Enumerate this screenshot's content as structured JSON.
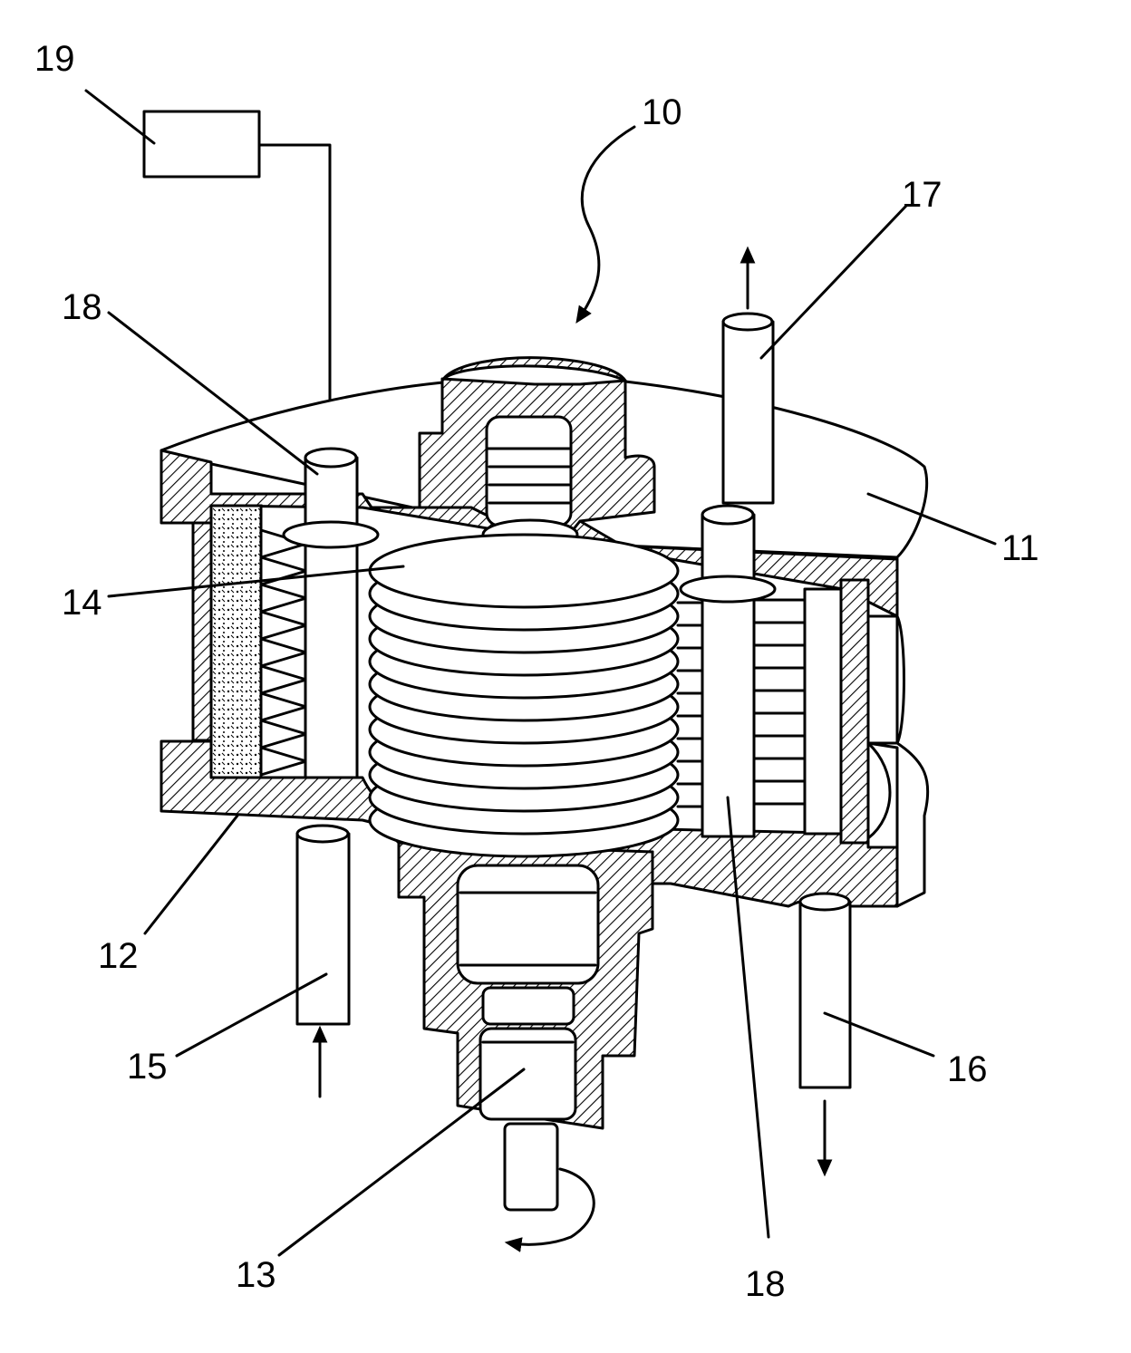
{
  "labels": {
    "l10": "10",
    "l11": "11",
    "l12": "12",
    "l13": "13",
    "l14": "14",
    "l15": "15",
    "l16": "16",
    "l17": "17",
    "l18a": "18",
    "l18b": "18",
    "l19": "19"
  },
  "colors": {
    "ink": "#000000",
    "paper": "#ffffff"
  }
}
